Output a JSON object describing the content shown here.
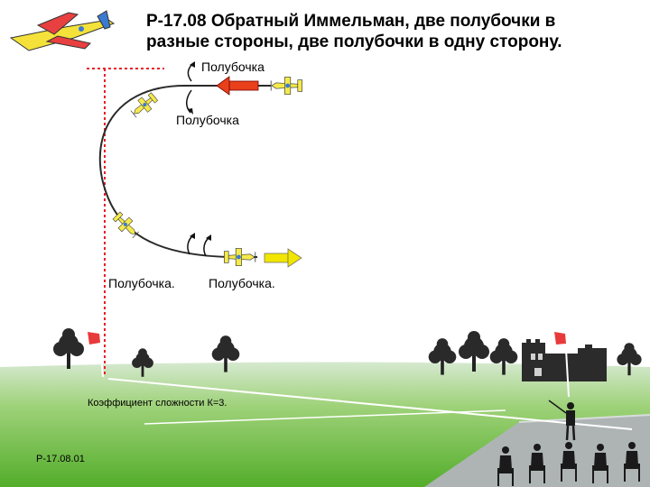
{
  "title_line1": "Р-17.08 Обратный Иммельман, две полубочки в",
  "title_line2": "разные стороны, две полубочки в одну сторону.",
  "labels": {
    "roll_top": "Полубочка",
    "roll_upper": "Полубочка",
    "roll_bottom_left": "Полубочка.",
    "roll_bottom_right": "Полубочка."
  },
  "coefficient": "Коэффициент сложности К=3.",
  "figure_code": "Р-17.08.01",
  "colors": {
    "sky": "#ffffff",
    "grass": "#6cc43a",
    "runway": "#aeb4b4",
    "guide_line": "#e8202a",
    "entry_arrow": "#e8401a",
    "exit_arrow": "#f2e600",
    "plane_body": "#f5ea4c",
    "flag": "#e83a3a"
  },
  "icons": [
    "airplane-icon",
    "tree-icon",
    "castle-icon",
    "judge-icon",
    "flag-icon",
    "pilot-icon"
  ]
}
